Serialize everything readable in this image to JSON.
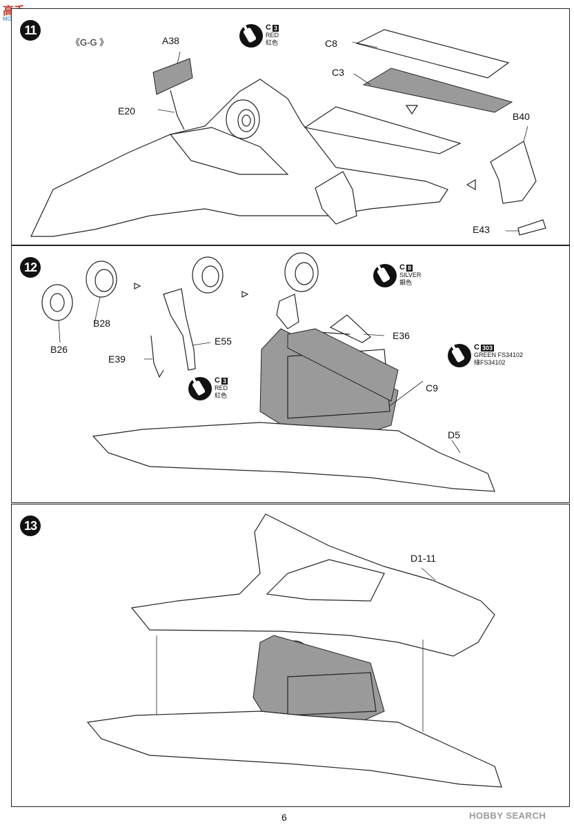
{
  "watermark_logo": {
    "text": "高手",
    "sub": "MODEL"
  },
  "page_number": "6",
  "site_watermark": "HOBBY SEARCH",
  "steps": [
    {
      "number": "11",
      "section": "《G-G 》",
      "parts": [
        "A38",
        "E20",
        "C8",
        "C3",
        "B40",
        "E43"
      ],
      "paint": {
        "code": "C",
        "num": "3",
        "en": "RED",
        "cn": "紅色"
      }
    },
    {
      "number": "12",
      "parts": [
        "B28",
        "B26",
        "E55",
        "E39",
        "E36",
        "C9",
        "D5"
      ],
      "paints": [
        {
          "code": "C",
          "num": "8",
          "en": "SILVER",
          "cn": "銀色"
        },
        {
          "code": "C",
          "num": "303",
          "en": "GREEN FS34102",
          "cn": "綠FS34102"
        },
        {
          "code": "C",
          "num": "3",
          "en": "RED",
          "cn": "紅色"
        }
      ]
    },
    {
      "number": "13",
      "parts": [
        "D1-11"
      ]
    }
  ]
}
